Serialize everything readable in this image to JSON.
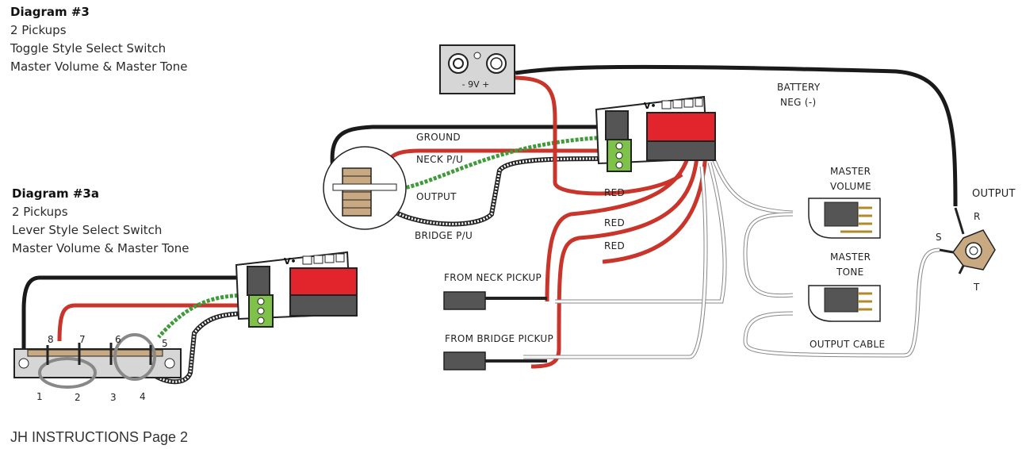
{
  "diagram3": {
    "title": "Diagram #3",
    "lines": [
      "2 Pickups",
      "Toggle Style Select Switch",
      "Master Volume & Master Tone"
    ]
  },
  "diagram3a": {
    "title": "Diagram #3a",
    "lines": [
      "2 Pickups",
      "Lever Style Select Switch",
      "Master Volume & Master Tone"
    ]
  },
  "labels": {
    "ground": "GROUND",
    "neck_pu": "NECK P/U",
    "output": "OUTPUT",
    "bridge_pu": "BRIDGE P/U",
    "red1": "RED",
    "red2": "RED",
    "red3": "RED",
    "battery_title": "BATTERY",
    "battery_neg": "NEG (-)",
    "battery_polarity": "-  9V  +",
    "master_volume_1": "MASTER",
    "master_volume_2": "VOLUME",
    "master_tone_1": "MASTER",
    "master_tone_2": "TONE",
    "output_jack": "OUTPUT",
    "jack_r": "R",
    "jack_s": "S",
    "jack_t": "T",
    "from_neck": "FROM NECK PICKUP",
    "from_bridge": "FROM BRIDGE PICKUP",
    "output_cable": "OUTPUT CABLE",
    "board_mark": "V•",
    "lever_numbers": [
      "8",
      "7",
      "6",
      "5",
      "1",
      "2",
      "3",
      "4"
    ]
  },
  "footer": "JH INSTRUCTIONS Page 2",
  "colors": {
    "red_wire": "#c9352a",
    "green_wire": "#3f9b3a",
    "black_wire": "#1a1a1a",
    "board_red": "#e2242c",
    "terminal_green": "#7ec24a"
  }
}
